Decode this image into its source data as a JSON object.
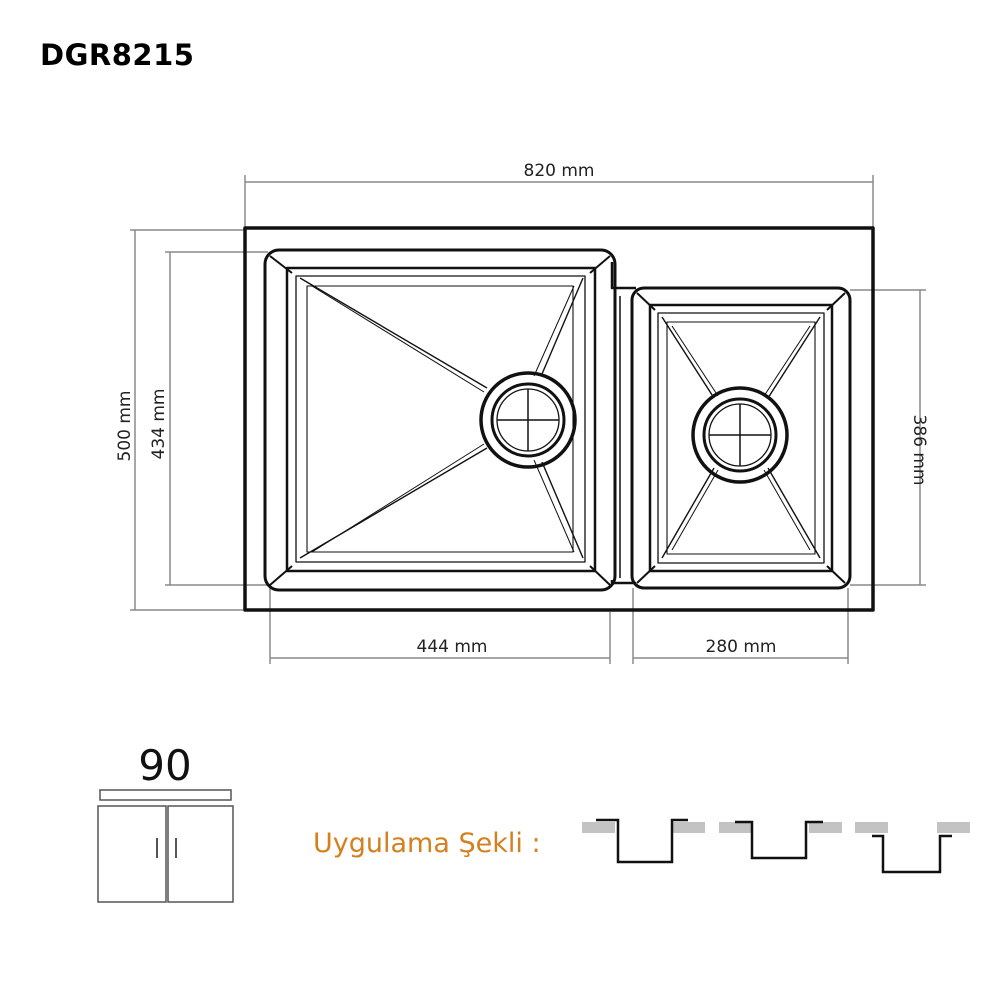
{
  "product": {
    "model": "DGR8215"
  },
  "dimensions": {
    "overall_width": "820 mm",
    "overall_depth": "500 mm",
    "large_bowl_depth": "434 mm",
    "small_bowl_depth": "386 mm",
    "large_bowl_width": "444 mm",
    "small_bowl_width": "280 mm"
  },
  "cabinet": {
    "size": "90"
  },
  "installation": {
    "label": "Uygulama Şekli :",
    "label_color": "#d4801e",
    "icons": [
      "inset-mount-icon",
      "flush-mount-icon",
      "undermount-icon"
    ]
  }
}
